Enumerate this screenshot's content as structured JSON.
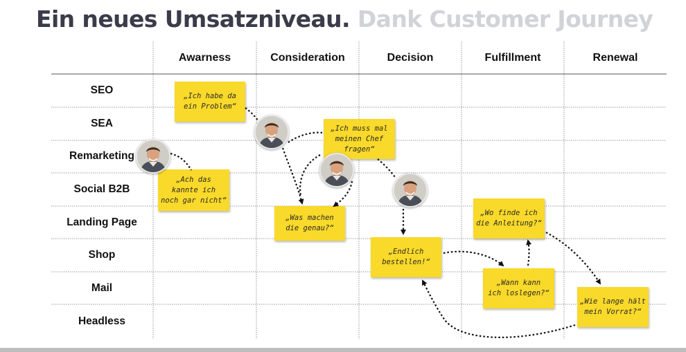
{
  "header": {
    "title_main": "Ein neues Umsatzniveau.",
    "title_sub": "Dank Customer Journey"
  },
  "columns": [
    "Awarness",
    "Consideration",
    "Decision",
    "Fulfillment",
    "Renewal"
  ],
  "rows": [
    "SEO",
    "SEA",
    "Remarketing",
    "Social B2B",
    "Landing Page",
    "Shop",
    "Mail",
    "Headless"
  ],
  "notes": [
    {
      "id": "problem",
      "text": "„Ich habe da\nein Problem“"
    },
    {
      "id": "gar-nicht",
      "text": "„Ach das\nkannte ich\nnoch gar nicht“"
    },
    {
      "id": "chef",
      "text": "„Ich muss mal\nmeinen Chef\nfragen“"
    },
    {
      "id": "was-machen",
      "text": "„Was machen\ndie genau?“"
    },
    {
      "id": "bestellen",
      "text": "„Endlich\nbestellen!“"
    },
    {
      "id": "anleitung",
      "text": "„Wo finde ich\ndie Anleitung?“"
    },
    {
      "id": "loslegen",
      "text": "„Wann kann\nich loslegen?“"
    },
    {
      "id": "vorrat",
      "text": "„Wie lange hält\nmein Vorrat?“"
    }
  ],
  "colors": {
    "note": "#f9d929",
    "title_main": "#3b3b4a",
    "title_sub": "#d2d3d8",
    "grid": "#999999",
    "arrow": "#111111"
  }
}
